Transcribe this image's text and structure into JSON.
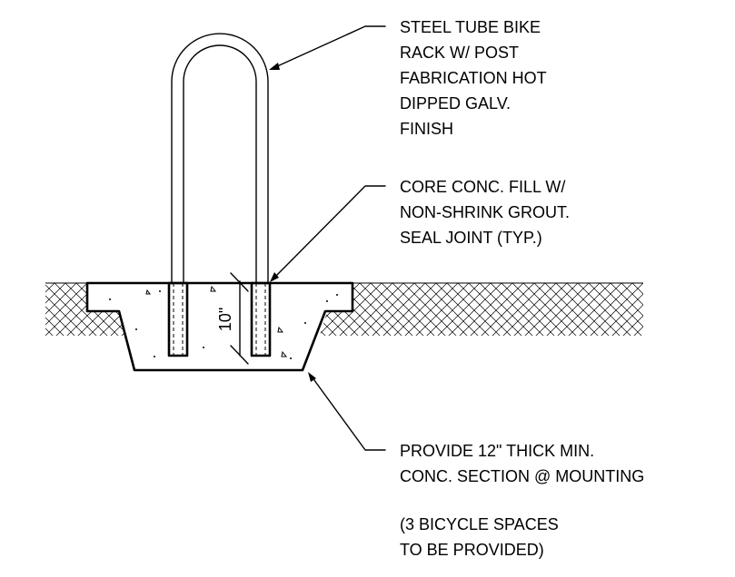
{
  "notes": {
    "bike_rack": [
      "STEEL TUBE BIKE",
      "RACK W/ POST",
      "FABRICATION HOT",
      "DIPPED GALV.",
      "FINISH"
    ],
    "core_fill": [
      "CORE CONC. FILL W/",
      "NON-SHRINK GROUT.",
      "SEAL JOINT (TYP.)"
    ],
    "conc_section": [
      "PROVIDE 12\" THICK MIN.",
      "CONC. SECTION @ MOUNTING"
    ],
    "spaces": [
      "(3 BICYCLE SPACES",
      "TO BE PROVIDED)"
    ]
  },
  "dimension": {
    "embed_depth": "10\""
  },
  "colors": {
    "line": "#000000",
    "background": "#ffffff"
  }
}
